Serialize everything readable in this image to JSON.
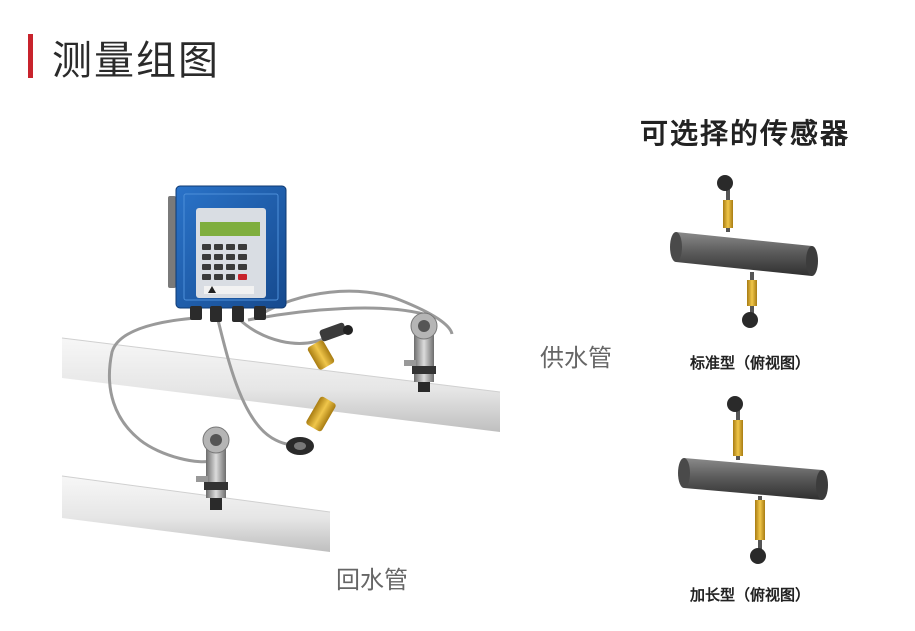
{
  "header": {
    "title": "测量组图",
    "accent_color": "#c8232c"
  },
  "sensor_panel": {
    "title": "可选择的传感器",
    "options": [
      {
        "caption": "标准型（俯视图）"
      },
      {
        "caption": "加长型（俯视图）"
      }
    ]
  },
  "pipes": {
    "supply_label": "供水管",
    "return_label": "回水管"
  },
  "colors": {
    "meter_body": "#1e5fb0",
    "pipe": "#e9e9e9",
    "sensor_pipe": "#5a5a5a",
    "transducer_brass": "#d4a72a"
  }
}
